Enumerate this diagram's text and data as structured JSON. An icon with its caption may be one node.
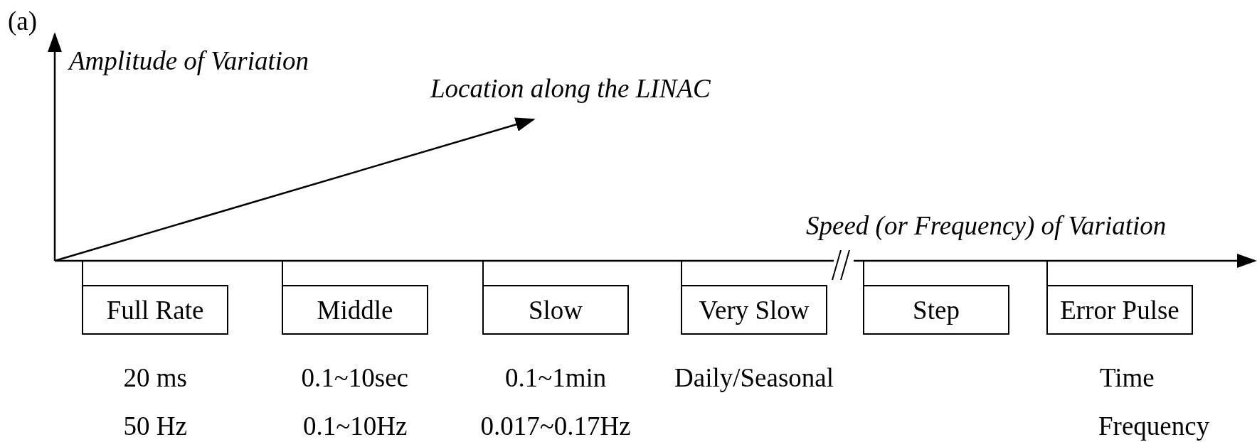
{
  "diagram": {
    "nodes": [
      {
        "text": [
          "Full Rate"
        ],
        "beside": [
          "20 ms",
          "50 Hz"
        ]
      },
      {
        "text": [
          "Middle"
        ],
        "beside": [
          "0.1~10sec",
          "0.1~10Hz"
        ]
      },
      {
        "text": [
          "Slow"
        ],
        "beside": [
          "0.1~1min",
          "0.017~0.17Hz"
        ]
      },
      {
        "text": [
          "Very Slow"
        ],
        "beside": [
          "Daily/Seasonal"
        ]
      },
      {
        "text": [
          "Step"
        ]
      },
      {
        "text": [
          "Error Pulse"
        ]
      }
    ],
    "edges": [
      {
        "from": 0,
        "to": null,
        "arrow": "none"
      },
      {
        "from": 1,
        "to": null,
        "arrow": "none"
      },
      {
        "from": 2,
        "to": null,
        "arrow": "none"
      },
      {
        "from": 3,
        "to": null,
        "arrow": "none"
      },
      {
        "from": 4,
        "to": null,
        "arrow": "none"
      },
      {
        "from": 5,
        "to": null,
        "arrow": "none"
      }
    ],
    "labels": [
      "(a)",
      "Amplitude of Variation",
      "Location along the LINAC",
      "Speed (or Frequency) of Variation",
      "Time",
      "Frequency"
    ]
  }
}
